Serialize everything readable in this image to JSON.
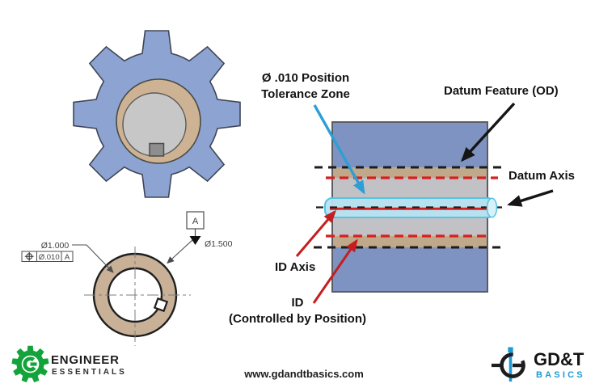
{
  "annotations": {
    "tolerance_zone": {
      "line1": "Ø .010 Position",
      "line2": "Tolerance Zone"
    },
    "datum_feature": "Datum Feature (OD)",
    "datum_axis": "Datum Axis",
    "id_axis": "ID Axis",
    "id": {
      "line1": "ID",
      "line2": "(Controlled by Position)"
    }
  },
  "drawing_callouts": {
    "id_diameter": "Ø1.000",
    "od_diameter": "Ø1.500",
    "datum_flag": "A",
    "fcf": {
      "symbol": "position-symbol",
      "tolerance": "Ø.010",
      "datum": "A"
    }
  },
  "footer": {
    "engineer_logo": {
      "line1": "ENGINEER",
      "line2": "ESSENTIALS"
    },
    "website": "www.gdandtbasics.com",
    "gdt_logo": {
      "line1": "GD&T",
      "line2": "BASICS"
    }
  },
  "colors": {
    "tolerance_zone_cyan": "#b7e3f2",
    "id_red": "#d81f1f",
    "datum_black": "#1c1c1c",
    "gear_blue": "#8da4d2",
    "section_blue": "#7e93c1",
    "bore_tan": "#c9b197",
    "engineer_green": "#12a33a",
    "gdt_brand_blue": "#1b9cd7"
  }
}
